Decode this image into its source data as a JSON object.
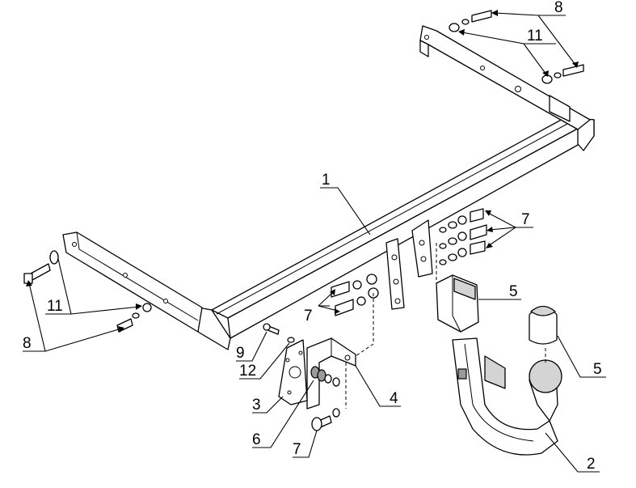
{
  "callouts": [
    {
      "key": "crossbar",
      "label": "1"
    },
    {
      "key": "ball",
      "label": "2"
    },
    {
      "key": "socket_plate",
      "label": "3"
    },
    {
      "key": "socket_bracket",
      "label": "4"
    },
    {
      "key": "holder_block",
      "label": "5"
    },
    {
      "key": "ball_cover",
      "label": "5"
    },
    {
      "key": "rubber_seal",
      "label": "6"
    },
    {
      "key": "bolts_right",
      "label": "7"
    },
    {
      "key": "bolts_left",
      "label": "7"
    },
    {
      "key": "bolt_bottom",
      "label": "7"
    },
    {
      "key": "bolts_top",
      "label": "8"
    },
    {
      "key": "bolts_side",
      "label": "8"
    },
    {
      "key": "screw",
      "label": "9"
    },
    {
      "key": "washers_top",
      "label": "11"
    },
    {
      "key": "washers_side",
      "label": "11"
    },
    {
      "key": "screw_washer",
      "label": "12"
    }
  ]
}
